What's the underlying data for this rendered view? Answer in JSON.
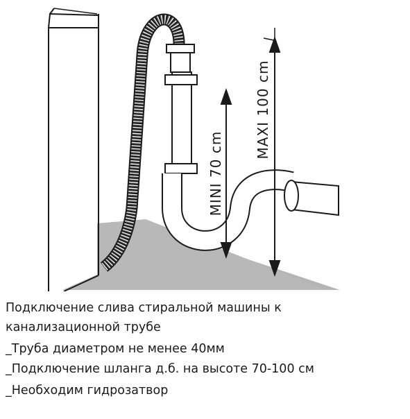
{
  "diagram": {
    "label_mini": "MINI 70 cm",
    "label_maxi": "MAXI 100 cm"
  },
  "caption": {
    "line1": "Подключение слива стиральной машины к",
    "line2": "канализационной трубе",
    "line3": "_Труба диаметром не менее 40мм",
    "line4": "_Подключение шланга д.б. на высоте 70-100 см",
    "line5": "_Необходим гидрозатвор"
  },
  "colors": {
    "line": "#1a1a1a",
    "floor": "#b5b5b5",
    "background": "#ffffff"
  }
}
